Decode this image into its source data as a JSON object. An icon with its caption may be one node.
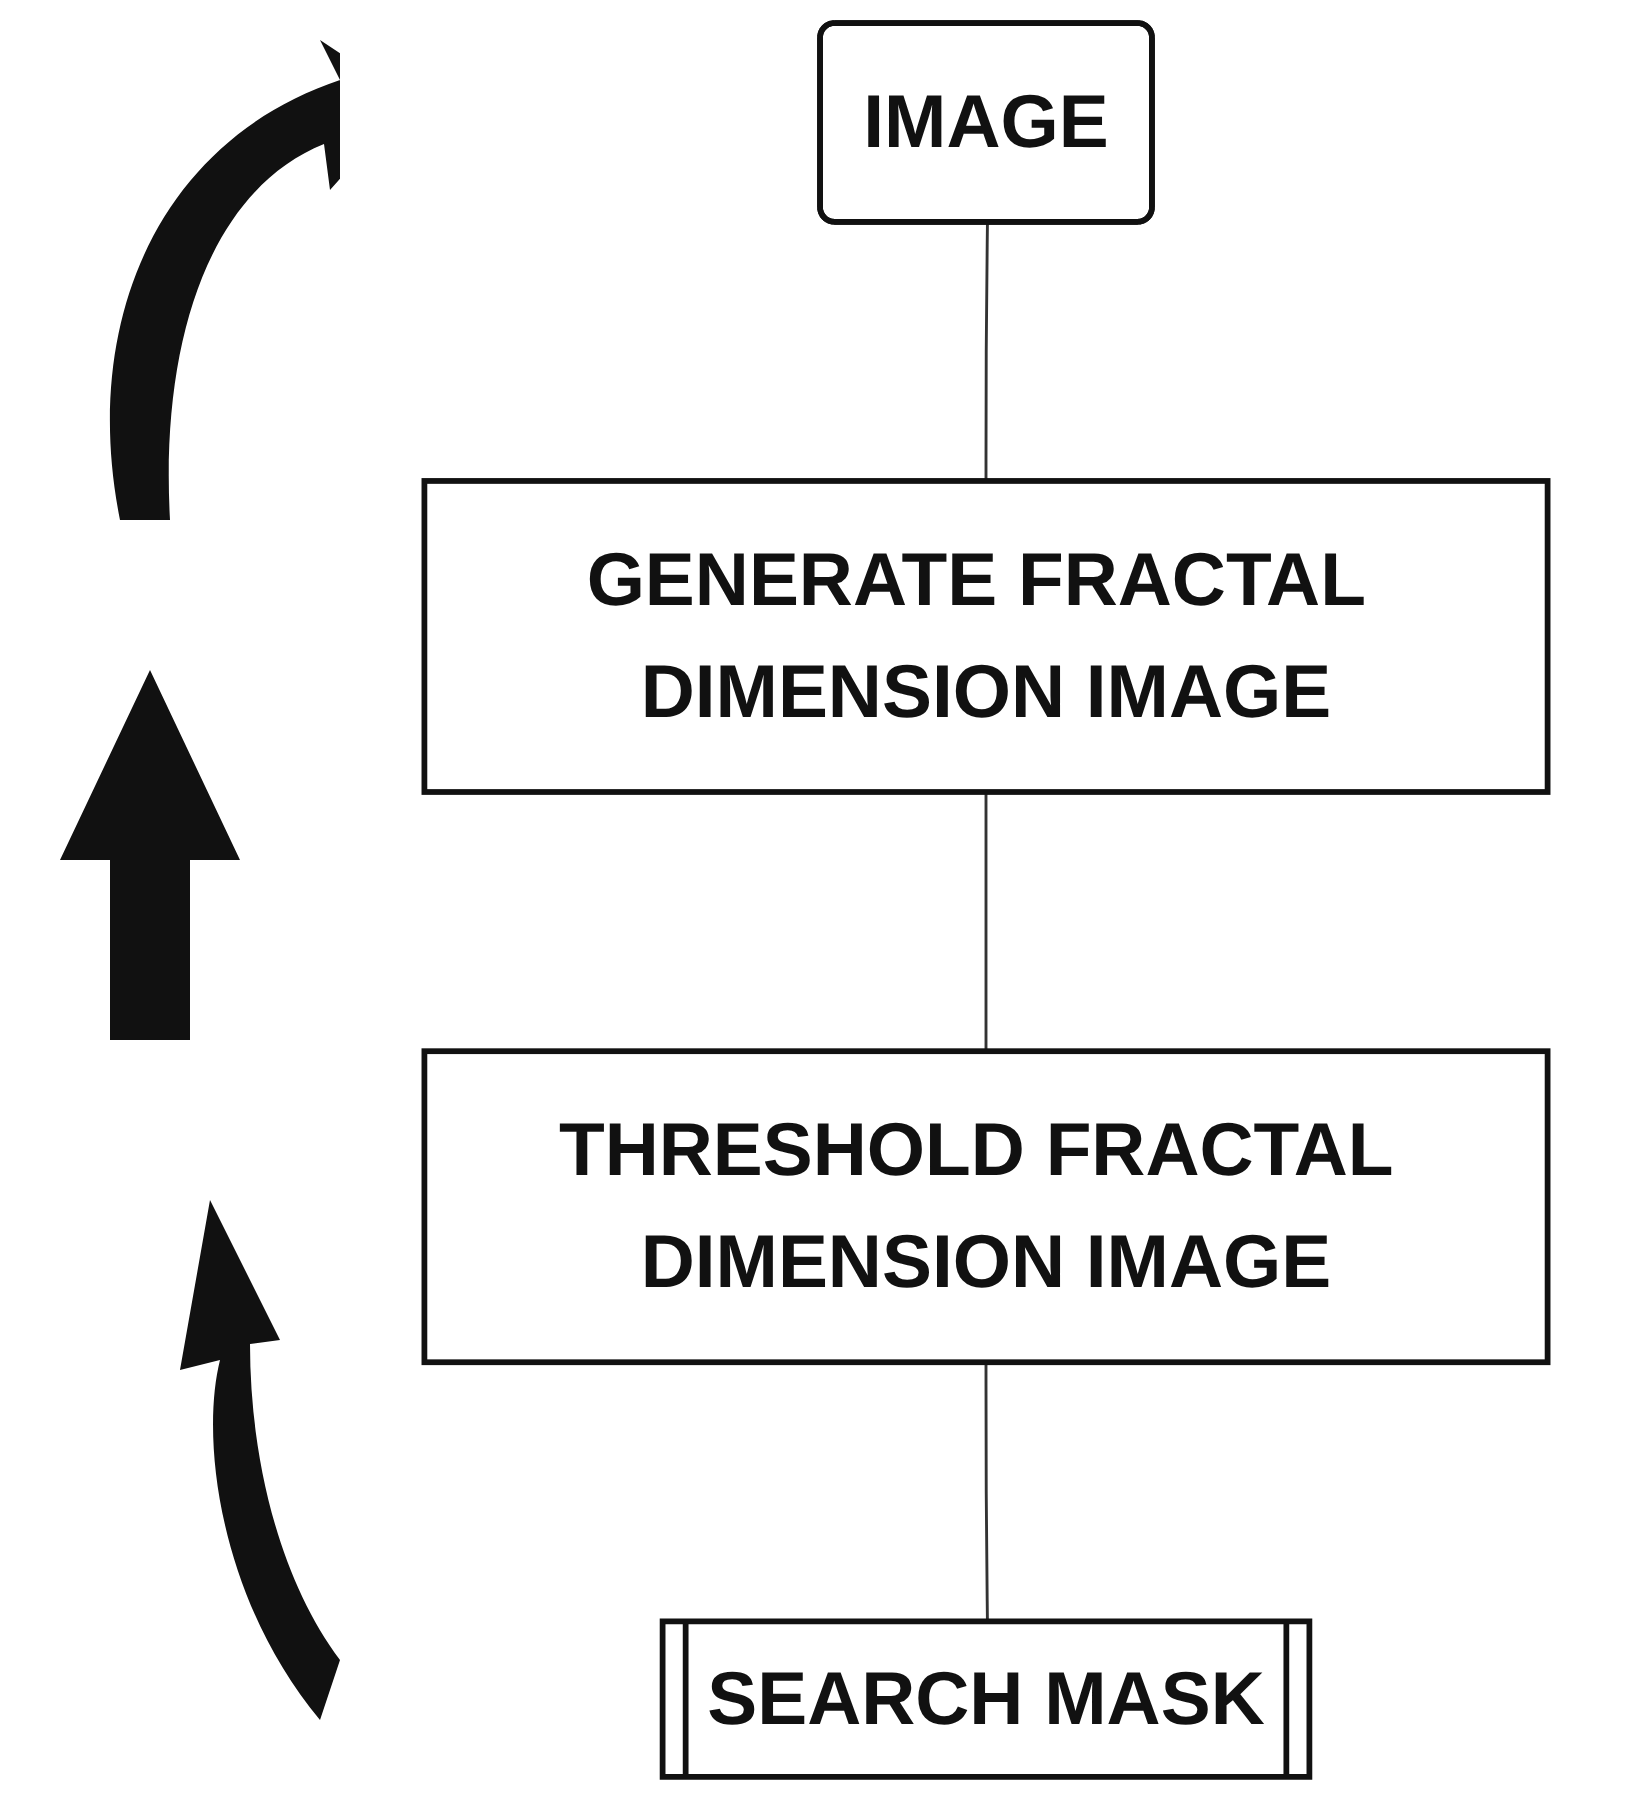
{
  "diagram": {
    "nodes": [
      {
        "text": [
          "IMAGE"
        ]
      },
      {
        "text": [
          "GENERATE FRACTAL DIMENSION IMAGE"
        ]
      },
      {
        "text": [
          "THRESHOLD FRACTAL DIMENSION IMAGE"
        ]
      },
      {
        "text": [
          "SEARCH MASK"
        ]
      }
    ],
    "edges": [
      {
        "from": 0,
        "to": 1,
        "arrow": "none"
      },
      {
        "from": 1,
        "to": 2,
        "arrow": "none"
      },
      {
        "from": 2,
        "to": 3,
        "arrow": "none"
      }
    ]
  }
}
